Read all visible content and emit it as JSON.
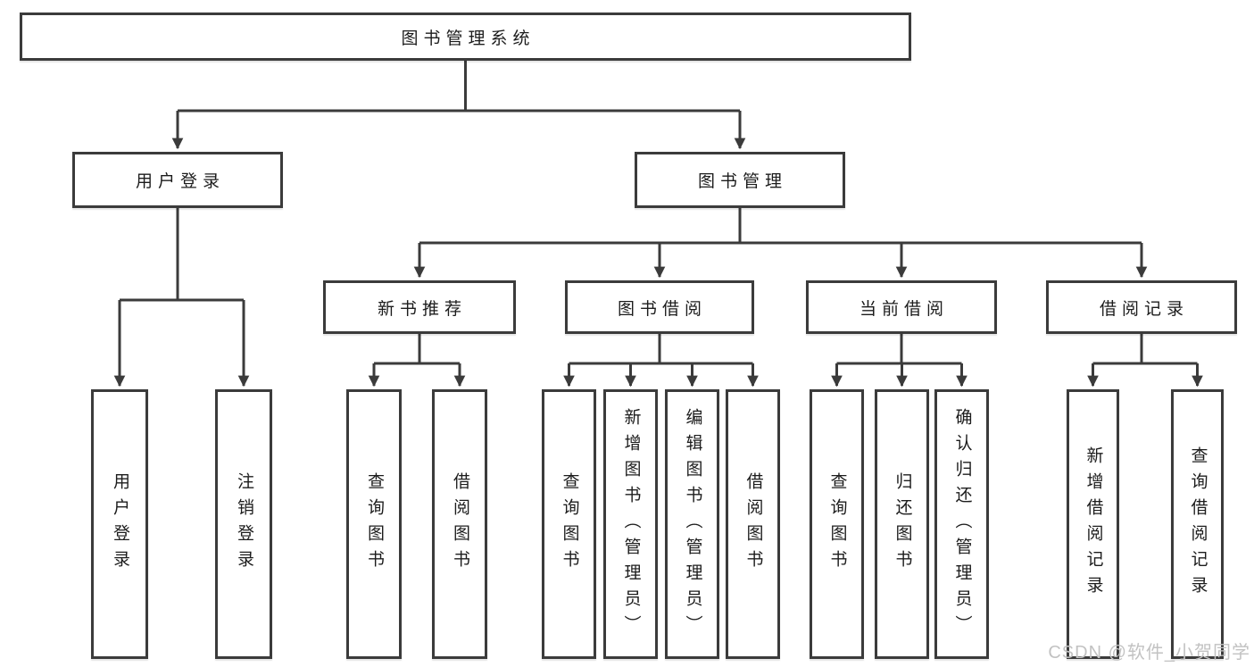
{
  "diagram": {
    "root": "图书管理系统",
    "branches": [
      {
        "label": "用户登录",
        "leaves": [
          "用户登录",
          "注销登录"
        ]
      },
      {
        "label": "图书管理",
        "groups": [
          {
            "label": "新书推荐",
            "leaves": [
              "查询图书",
              "借阅图书"
            ]
          },
          {
            "label": "图书借阅",
            "leaves": [
              "查询图书",
              "新增图书（管理员）",
              "编辑图书（管理员）",
              "借阅图书"
            ]
          },
          {
            "label": "当前借阅",
            "leaves": [
              "查询图书",
              "归还图书",
              "确认归还（管理员）"
            ]
          },
          {
            "label": "借阅记录",
            "leaves": [
              "新增借阅记录",
              "查询借阅记录"
            ]
          }
        ]
      }
    ]
  },
  "watermark": "CSDN @软件_小贺同学",
  "colors": {
    "line": "#3b3b3b",
    "box_background": "#ffffff",
    "text": "#1c1c1c",
    "watermark": "#c2c2c2"
  }
}
